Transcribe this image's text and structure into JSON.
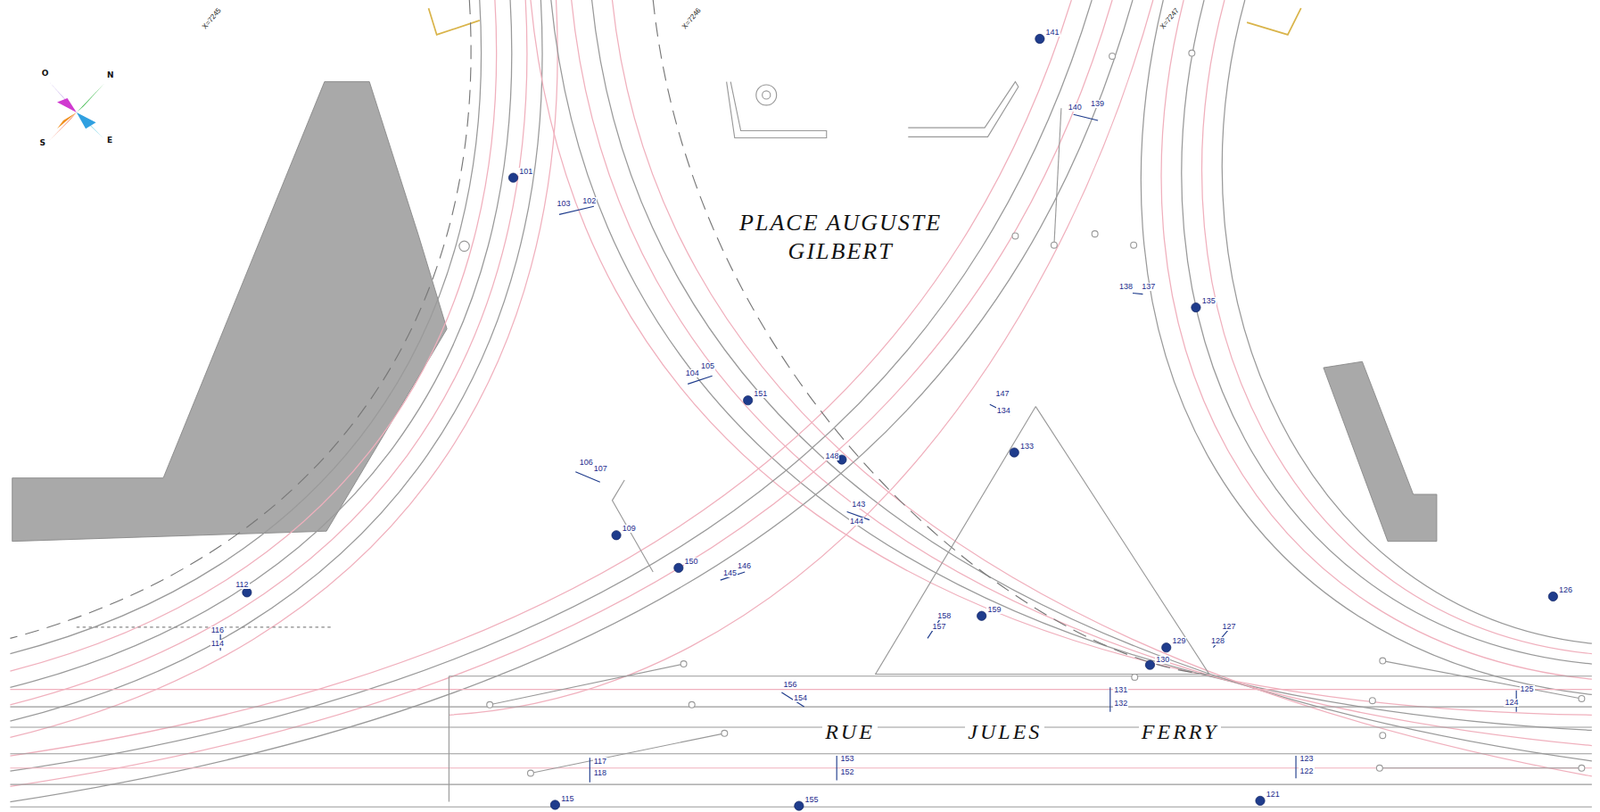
{
  "diagram": {
    "labels": [
      "X=7245",
      "X=7246",
      "X=7247",
      "O",
      "N",
      "S",
      "E",
      "PLACE AUGUSTE GILBERT",
      "RUE",
      "JULES",
      "FERRY",
      "101",
      "141",
      "135",
      "151",
      "148",
      "133",
      "109",
      "150",
      "112",
      "159",
      "129",
      "130",
      "126",
      "115",
      "155",
      "121",
      "103",
      "102",
      "104",
      "105",
      "106",
      "107",
      "140",
      "139",
      "138",
      "137",
      "147",
      "134",
      "143",
      "144",
      "145",
      "146",
      "158",
      "157",
      "127",
      "128",
      "156",
      "154",
      "131",
      "132",
      "125",
      "124",
      "117",
      "118",
      "153",
      "152",
      "123",
      "122",
      "116",
      "114"
    ]
  }
}
